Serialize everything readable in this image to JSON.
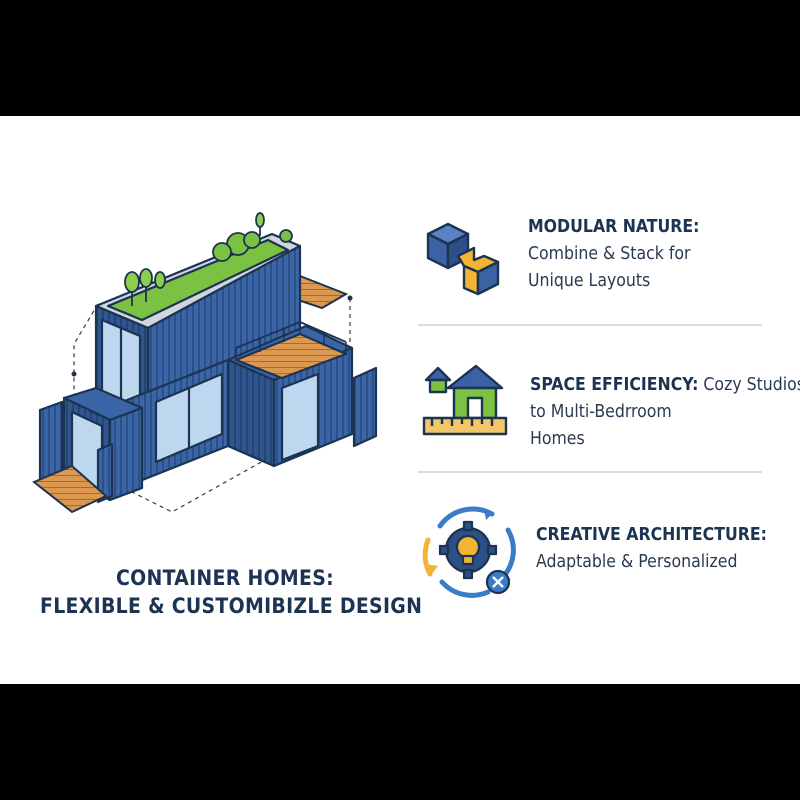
{
  "caption": {
    "line1": "CONTAINER HOMES:",
    "line2": "FLEXIBLE & CUSTOMIBIZLE DESIGN"
  },
  "features": [
    {
      "icon": "modular-blocks-icon",
      "title": "MODULAR NATURE:",
      "desc_line1": "Combine & Stack for",
      "desc_line2": "Unique Layouts"
    },
    {
      "icon": "house-ruler-icon",
      "title": "SPACE EFFICIENCY:",
      "title_rest": " Cozy Studios",
      "desc_line1": "to Multi-Bedrroom",
      "desc_line2": "Homes"
    },
    {
      "icon": "gear-lightbulb-icon",
      "title": "CREATIVE ARCHITECTURE:",
      "desc_line1": "Adaptable & Personalized"
    }
  ],
  "colors": {
    "navy": "#1c3352",
    "container_blue": "#3b62a3",
    "accent_gold": "#f2b533",
    "green": "#7cc242",
    "wood": "#d9914a"
  }
}
